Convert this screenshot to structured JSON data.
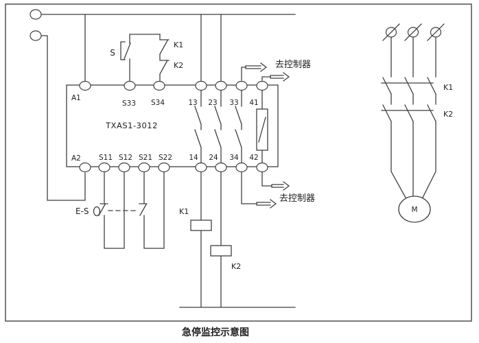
{
  "caption": "急停监控示意图",
  "relay": {
    "model": "TXAS1-3012",
    "top_terminals": [
      "A1",
      "S33",
      "S34",
      "13",
      "23",
      "33",
      "41"
    ],
    "bottom_terminals": [
      "A2",
      "S11",
      "S12",
      "S21",
      "S22",
      "14",
      "24",
      "34",
      "42"
    ]
  },
  "start_branch": {
    "button_label": "S",
    "k1_contact_label": "K1",
    "k2_contact_label": "K2"
  },
  "estop_label": "E-S",
  "coil_k1_label": "K1",
  "coil_k2_label": "K2",
  "to_controller_top": "去控制器",
  "to_controller_bottom": "去控制器",
  "power_circuit": {
    "k1_label": "K1",
    "k2_label": "K2",
    "motor_label": "M"
  },
  "colors": {
    "line": "#3f3f3f",
    "text": "#1f1f1f",
    "border": "#5a5a5a",
    "background": "#ffffff"
  }
}
